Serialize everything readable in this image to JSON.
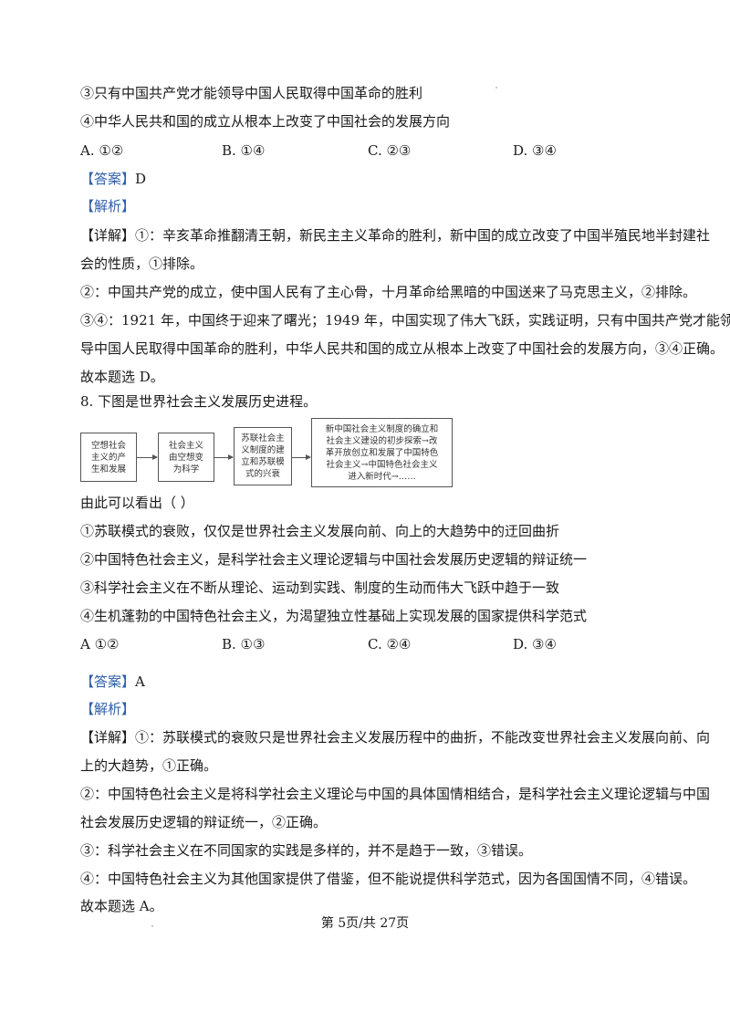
{
  "q7": {
    "stmt3": "③只有中国共产党才能领导中国人民取得中国革命的胜利",
    "stmt4": "④中华人民共和国的成立从根本上改变了中国社会的发展方向",
    "options": [
      "A. ①②",
      "B. ①④",
      "C. ②③",
      "D. ③④"
    ],
    "answer_tag": "【答案】",
    "answer": "D",
    "analysis_tag": "【解析】",
    "detail_tag": "【详解】",
    "detail_1a": "①：辛亥革命推翻清王朝，新民主主义革命的胜利，新中国的成立改变了中国半殖民地半封建社",
    "detail_1b": "会的性质，①排除。",
    "detail_2": "②：中国共产党的成立，使中国人民有了主心骨，十月革命给黑暗的中国送来了马克思主义，②排除。",
    "detail_3a": "③④：1921 年，中国终于迎来了曙光；1949 年，中国实现了伟大飞跃，实践证明，只有中国共产党才能领",
    "detail_3b": "导中国人民取得中国革命的胜利，中华人民共和国的成立从根本上改变了中国社会的发展方向，③④正确。",
    "conclusion": "故本题选 D。"
  },
  "q8": {
    "stem": "8.  下图是世界社会主义发展历史进程。",
    "flow": [
      "空想社会\n主义的产\n生和发展",
      "社会主义\n由空想变\n为科学",
      "苏联社会主\n义制度的建\n立和苏联模\n式的兴衰",
      "新中国社会主义制度的确立和\n社会主义建设的初步探索→改\n革开放创立和发展了中国特色\n社会主义→中国特色社会主义\n进入新时代→……"
    ],
    "prompt": "由此可以看出（      ）",
    "stmt1": "①苏联模式的衰败，仅仅是世界社会主义发展向前、向上的大趋势中的迂回曲折",
    "stmt2": "②中国特色社会主义，是科学社会主义理论逻辑与中国社会发展历史逻辑的辩证统一",
    "stmt3": "③科学社会主义在不断从理论、运动到实践、制度的生动而伟大飞跃中趋于一致",
    "stmt4": "④生机蓬勃的中国特色社会主义，为渴望独立性基础上实现发展的国家提供科学范式",
    "options": [
      "A   ①②",
      "B. ①③",
      "C. ②④",
      "D. ③④"
    ],
    "answer_tag": "【答案】",
    "answer": "A",
    "analysis_tag": "【解析】",
    "detail_tag": "【详解】",
    "detail_1a": "①：苏联模式的衰败只是世界社会主义发展历程中的曲折，不能改变世界社会主义发展向前、向",
    "detail_1b": "上的大趋势，①正确。",
    "detail_2a": "②：中国特色社会主义是将科学社会主义理论与中国的具体国情相结合，是科学社会主义理论逻辑与中国",
    "detail_2b": "社会发展历史逻辑的辩证统一，②正确。",
    "detail_3": "③：科学社会主义在不同国家的实践是多样的，并不是趋于一致，③错误。",
    "detail_4": "④：中国特色社会主义为其他国家提供了借鉴，但不能说提供科学范式，因为各国国情不同，④错误。",
    "conclusion": "故本题选 A。"
  },
  "footer": "第 5页/共 27页"
}
